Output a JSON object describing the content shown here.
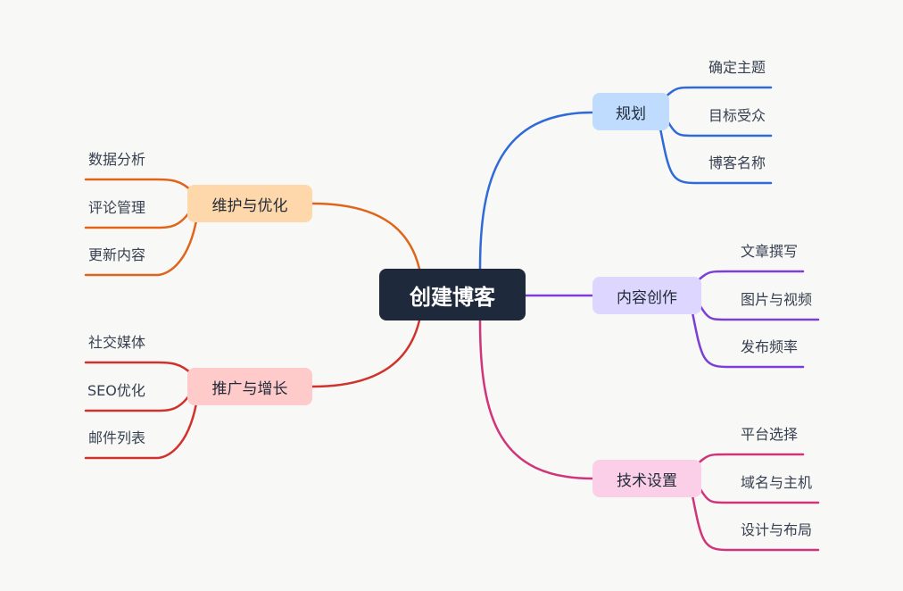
{
  "mindmap": {
    "root": "创建博客",
    "branches": [
      {
        "id": "planning",
        "label": "规划",
        "color": "#2f6ad8",
        "fill": "#bfdbfe",
        "leaves": [
          "确定主题",
          "目标受众",
          "博客名称"
        ]
      },
      {
        "id": "content",
        "label": "内容创作",
        "color": "#7c3fd6",
        "fill": "#ddd6fe",
        "leaves": [
          "文章撰写",
          "图片与视频",
          "发布频率"
        ]
      },
      {
        "id": "tech",
        "label": "技术设置",
        "color": "#d0357a",
        "fill": "#fbcfe8",
        "leaves": [
          "平台选择",
          "域名与主机",
          "设计与布局"
        ]
      },
      {
        "id": "maintenance",
        "label": "维护与优化",
        "color": "#e0651c",
        "fill": "#fed7aa",
        "leaves": [
          "数据分析",
          "评论管理",
          "更新内容"
        ]
      },
      {
        "id": "promotion",
        "label": "推广与增长",
        "color": "#d0322c",
        "fill": "#fecaca",
        "leaves": [
          "社交媒体",
          "SEO优化",
          "邮件列表"
        ]
      }
    ]
  }
}
